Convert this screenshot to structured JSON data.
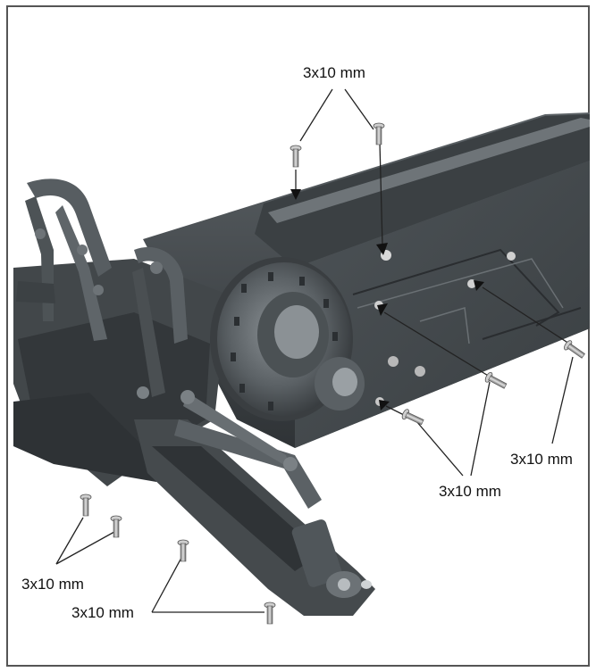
{
  "figure": {
    "callouts": [
      {
        "id": "top",
        "text": "3x10 mm"
      },
      {
        "id": "right",
        "text": "3x10 mm"
      },
      {
        "id": "middle",
        "text": "3x10 mm"
      },
      {
        "id": "lower-left",
        "text": "3x10 mm"
      },
      {
        "id": "bottom",
        "text": "3x10 mm"
      }
    ]
  },
  "colors": {
    "frame": "#555555",
    "chassis": "#4a4f52",
    "chassis_dark": "#33373a",
    "chassis_light": "#6b7175",
    "leader_line": "#222222"
  },
  "icons": [
    "screw-icon",
    "arrow-head-icon"
  ]
}
